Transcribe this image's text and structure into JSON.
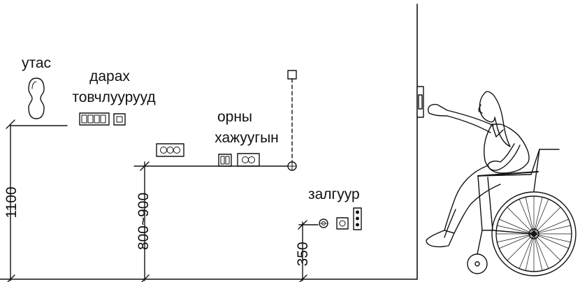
{
  "labels": {
    "phone": "утас",
    "buttons_line1": "дарах",
    "buttons_line2": "товчлуурууд",
    "bed_line1": "орны",
    "bed_line2": "хажуугын",
    "socket": "залгуур"
  },
  "dimensions": {
    "phone_height": "1100",
    "bed_height": "800~900",
    "socket_height": "350"
  },
  "colors": {
    "line": "#111111",
    "background": "#ffffff"
  }
}
